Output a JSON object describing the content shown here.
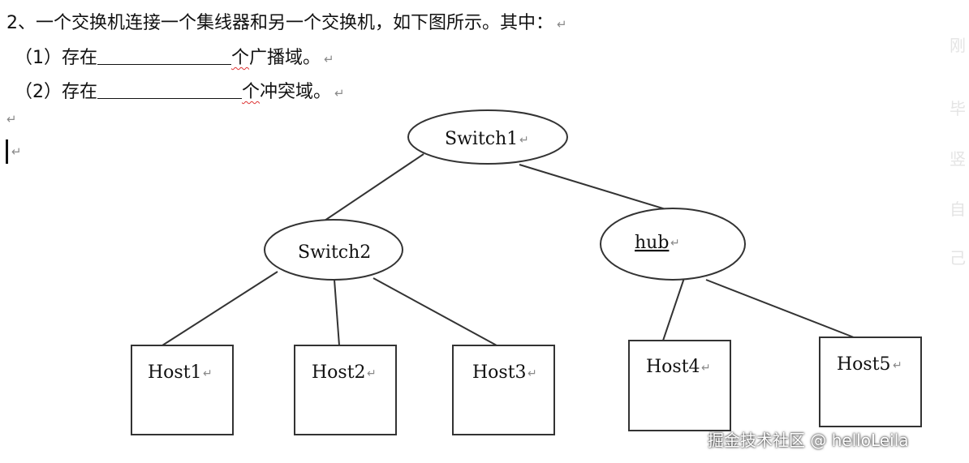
{
  "question": {
    "title": "2、一个交换机连接一个集线器和另一个交换机，如下图所示。其中：",
    "items": [
      {
        "prefix": "（1）存在",
        "unit": "个",
        "suffix": "广播域。"
      },
      {
        "prefix": "（2）存在",
        "unit": "个",
        "suffix": "冲突域。"
      }
    ]
  },
  "diagram": {
    "switch1": "Switch1",
    "switch2": "Switch2",
    "hub": "hub",
    "hosts": [
      "Host1",
      "Host2",
      "Host3",
      "Host4",
      "Host5"
    ]
  },
  "watermark": "掘金技术社区 @ helloLeila",
  "return_mark": "↵"
}
